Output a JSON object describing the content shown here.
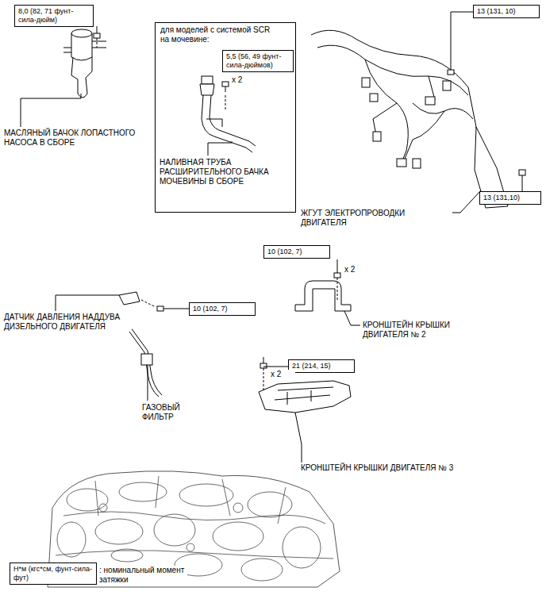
{
  "diagram": {
    "nodes": [
      {
        "text": [
          "8,0 (82, 71 фунт-сила-дюйм)"
        ]
      },
      {
        "text": [
          "для моделей с системой SCR на мочевине:",
          "НАЛИВНАЯ ТРУБА РАСШИРИТЕЛЬНОГО БАЧКА МОЧЕВИНЫ В СБОРЕ",
          "x 2"
        ]
      },
      {
        "text": [
          "5,5 (56, 49 фунт-сила-дюймов)"
        ],
        "in": 1
      },
      {
        "text": [
          "13 (131, 10)"
        ]
      },
      {
        "text": [
          "13 (131,10)"
        ]
      },
      {
        "text": [
          "10 (102, 7)"
        ]
      },
      {
        "text": [
          "10 (102, 7)"
        ]
      },
      {
        "text": [
          "21 (214, 15)"
        ]
      },
      {
        "text": [
          "Н*м (кгс*см, фунт-сила-фут)"
        ]
      }
    ],
    "edges": [],
    "labels": [
      "МАСЛЯНЫЙ БАЧОК ЛОПАСТНОГО НАСОСА В СБОРЕ",
      "ЖГУТ ЭЛЕКТРОПРОВОДКИ ДВИГАТЕЛЯ",
      "x 2",
      "ДАТЧИК ДАВЛЕНИЯ НАДДУВА ДИЗЕЛЬНОГО ДВИГАТЕЛЯ",
      "ГАЗОВЫЙ ФИЛЬТР",
      "КРОНШТЕЙН КРЫШКИ ДВИГАТЕЛЯ № 2",
      "x 2",
      "КРОНШТЕЙН КРЫШКИ ДВИГАТЕЛЯ № 3",
      ": номинальный момент затяжки"
    ]
  }
}
